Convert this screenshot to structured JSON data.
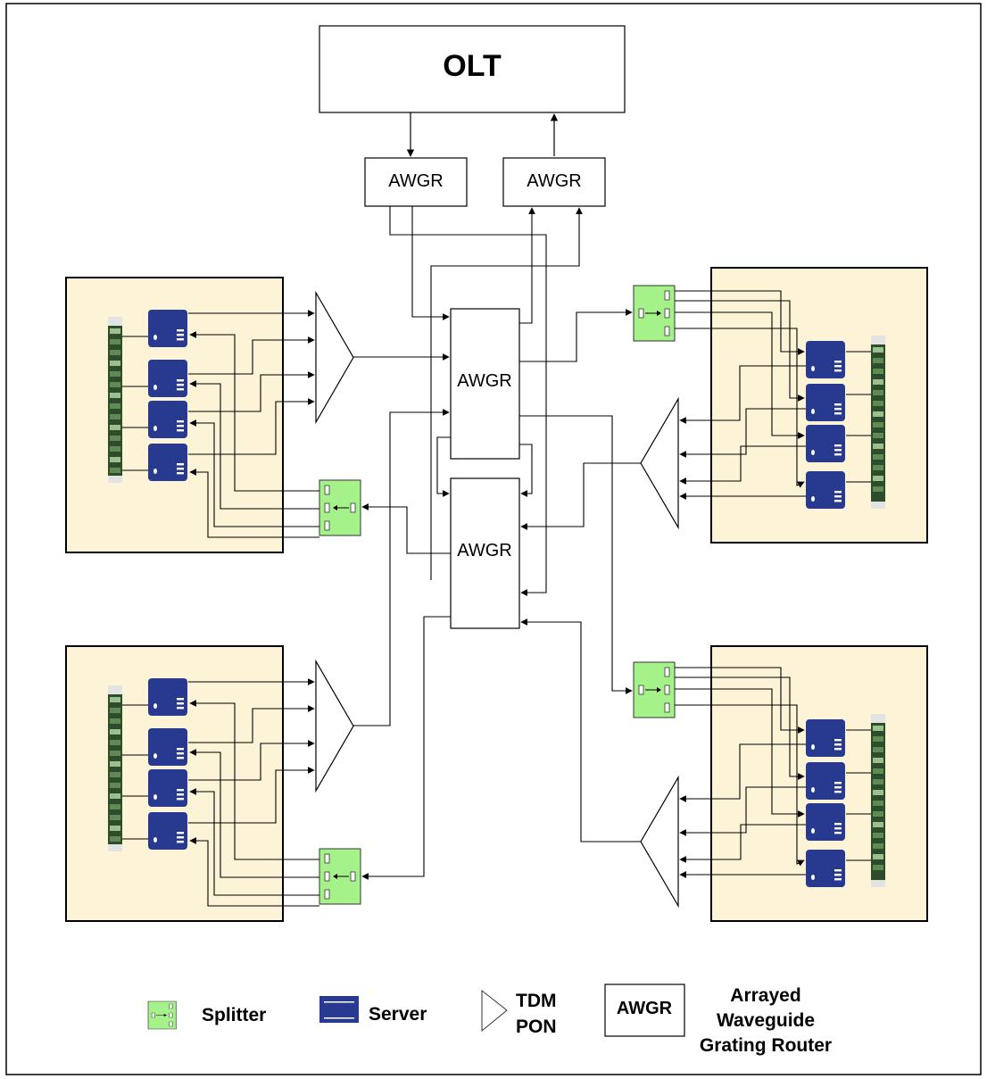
{
  "olt": {
    "label": "OLT"
  },
  "awgr_label": "AWGR",
  "legend": {
    "splitter": "Splitter",
    "server": "Server",
    "tdm_pon_line1": "TDM",
    "tdm_pon_line2": "PON",
    "awgr_box": "AWGR",
    "awgr_desc_line1": "Arrayed",
    "awgr_desc_line2": "Waveguide",
    "awgr_desc_line3": "Grating Router"
  },
  "colors": {
    "rack_fill": "#fdf3d6",
    "server_fill": "#283a8f",
    "splitter_fill": "#a6f28a",
    "line": "#000000"
  }
}
